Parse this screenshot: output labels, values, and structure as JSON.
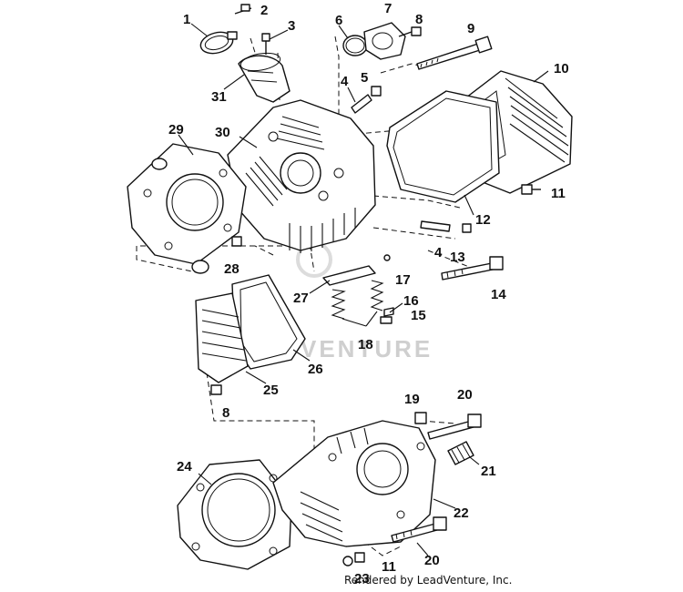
{
  "watermark_text": "VENTURE",
  "credit": "Rendered by LeadVenture, Inc.",
  "callouts": {
    "c1": "1",
    "c2": "2",
    "c3": "3",
    "c4a": "4",
    "c4b": "4",
    "c5": "5",
    "c6": "6",
    "c7": "7",
    "c8a": "8",
    "c8b": "8",
    "c9": "9",
    "c10": "10",
    "c11a": "11",
    "c11b": "11",
    "c12": "12",
    "c13": "13",
    "c14": "14",
    "c15": "15",
    "c16": "16",
    "c17": "17",
    "c18": "18",
    "c19": "19",
    "c20a": "20",
    "c20b": "20",
    "c21": "21",
    "c22": "22",
    "c23": "23",
    "c24": "24",
    "c25": "25",
    "c26": "26",
    "c27": "27",
    "c28": "28",
    "c29": "29",
    "c30": "30",
    "c31": "31"
  }
}
